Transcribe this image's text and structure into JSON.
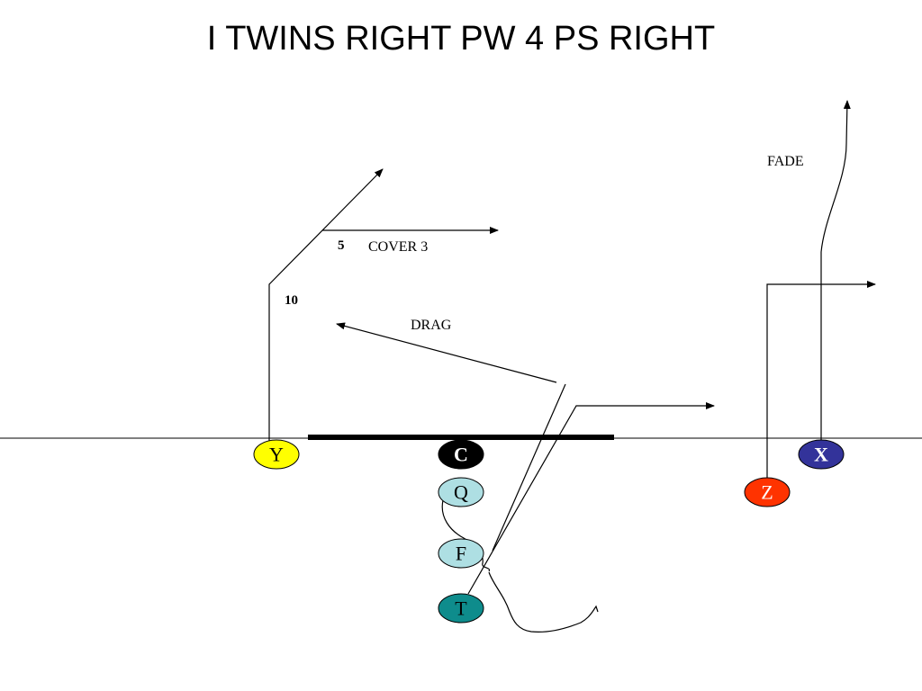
{
  "title": "I TWINS RIGHT PW 4 PS RIGHT",
  "labels": {
    "fade": "FADE",
    "cover": "COVER 3",
    "drag": "DRAG",
    "depth_5": "5",
    "depth_10": "10"
  },
  "players": [
    {
      "id": "Y",
      "fill": "#ffff00",
      "text_color": "#000000"
    },
    {
      "id": "C",
      "fill": "#000000",
      "text_color": "#ffffff"
    },
    {
      "id": "Q",
      "fill": "#aedfe3",
      "text_color": "#000000"
    },
    {
      "id": "F",
      "fill": "#aedfe3",
      "text_color": "#000000"
    },
    {
      "id": "T",
      "fill": "#0e8c8c",
      "text_color": "#000000"
    },
    {
      "id": "Z",
      "fill": "#ff3300",
      "text_color": "#ffffff"
    },
    {
      "id": "X",
      "fill": "#33339a",
      "text_color": "#ffffff"
    }
  ]
}
